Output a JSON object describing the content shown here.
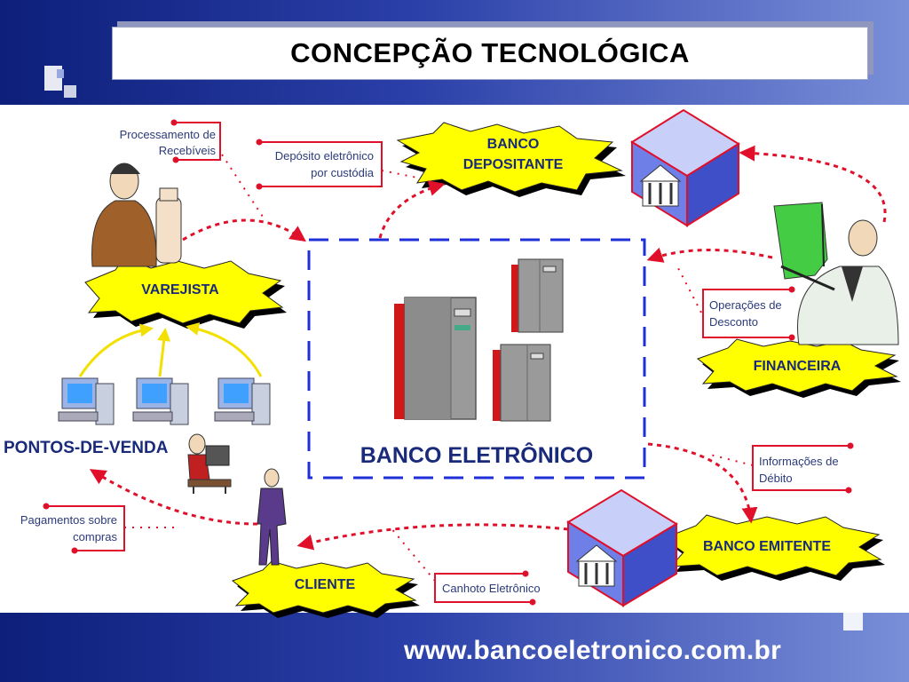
{
  "slide": {
    "title": "CONCEPÇÃO TECNOLÓGICA",
    "footer_url": "www.bancoeletronico.com.br"
  },
  "diagram": {
    "center_label": "BANCO ELETRÔNICO",
    "nodes": {
      "banco_depositante": [
        "BANCO",
        "DEPOSITANTE"
      ],
      "varejista": "VAREJISTA",
      "financeira": "FINANCEIRA",
      "banco_emitente": "BANCO EMITENTE",
      "cliente": "CLIENTE",
      "pontos_de_venda": "PONTOS-DE-VENDA"
    },
    "callouts": {
      "processamento": [
        "Processamento de",
        "Recebíveis"
      ],
      "deposito": [
        "Depósito eletrônico",
        "por custódia"
      ],
      "operacoes": [
        "Operações de",
        "Desconto"
      ],
      "informacoes": [
        "Informações de",
        "Débito"
      ],
      "pagamentos": [
        "Pagamentos sobre",
        "compras"
      ],
      "canhoto": "Canhoto Eletrônico"
    }
  },
  "colors": {
    "arrow_red": "#e0102a",
    "burst_yellow": "#ffff00",
    "dash_blue": "#1f2fd8",
    "text_navy": "#1a2a7a",
    "callout_text": "#2b3a7a"
  }
}
